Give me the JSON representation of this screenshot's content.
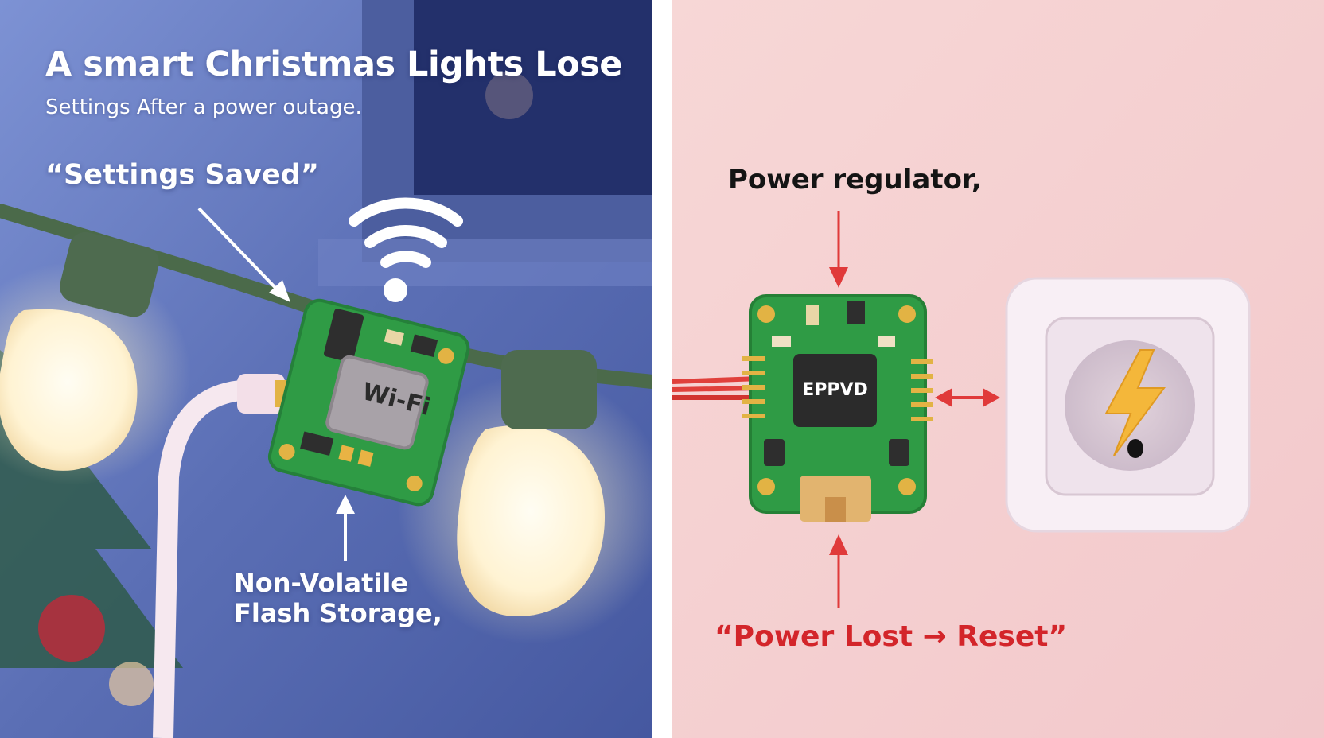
{
  "left_panel": {
    "title": "A smart Christmas Lights Lose",
    "subtitle": "Settings After a power outage.",
    "label_saved": "“Settings Saved”",
    "chip_label": "Wi-Fi",
    "label_storage_line1": "Non-Volatile",
    "label_storage_line2": "Flash Storage,",
    "colors": {
      "background": "#5b6fb5",
      "pcb": "#2f9b45",
      "bulb_glow": "#fff6de",
      "wire": "#4b6a4a"
    }
  },
  "right_panel": {
    "label_regulator": "Power regulator,",
    "chip_label": "EPPVD",
    "label_reset": "“Power Lost → Reset”",
    "colors": {
      "background": "#f5cfd0",
      "arrow": "#e03a3a",
      "bolt": "#f4b73a"
    }
  }
}
